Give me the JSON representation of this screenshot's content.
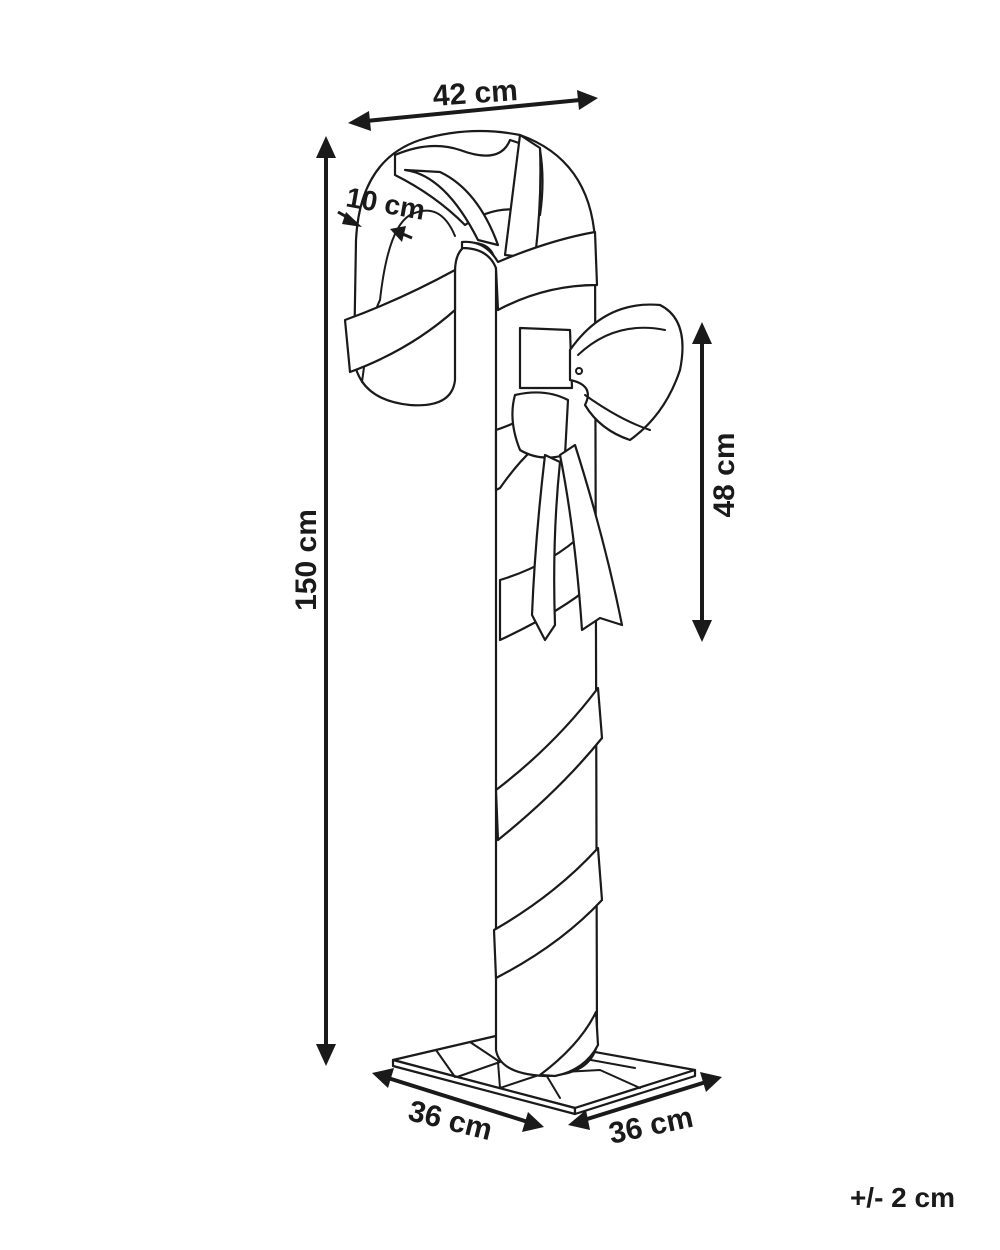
{
  "dimensions": {
    "width_top": "42 cm",
    "thickness": "10 cm",
    "height_total": "150 cm",
    "bow_height": "48 cm",
    "base_depth": "36 cm",
    "base_width": "36 cm"
  },
  "tolerance": "+/- 2 cm",
  "colors": {
    "line": "#1a1a1a",
    "background": "#ffffff"
  }
}
